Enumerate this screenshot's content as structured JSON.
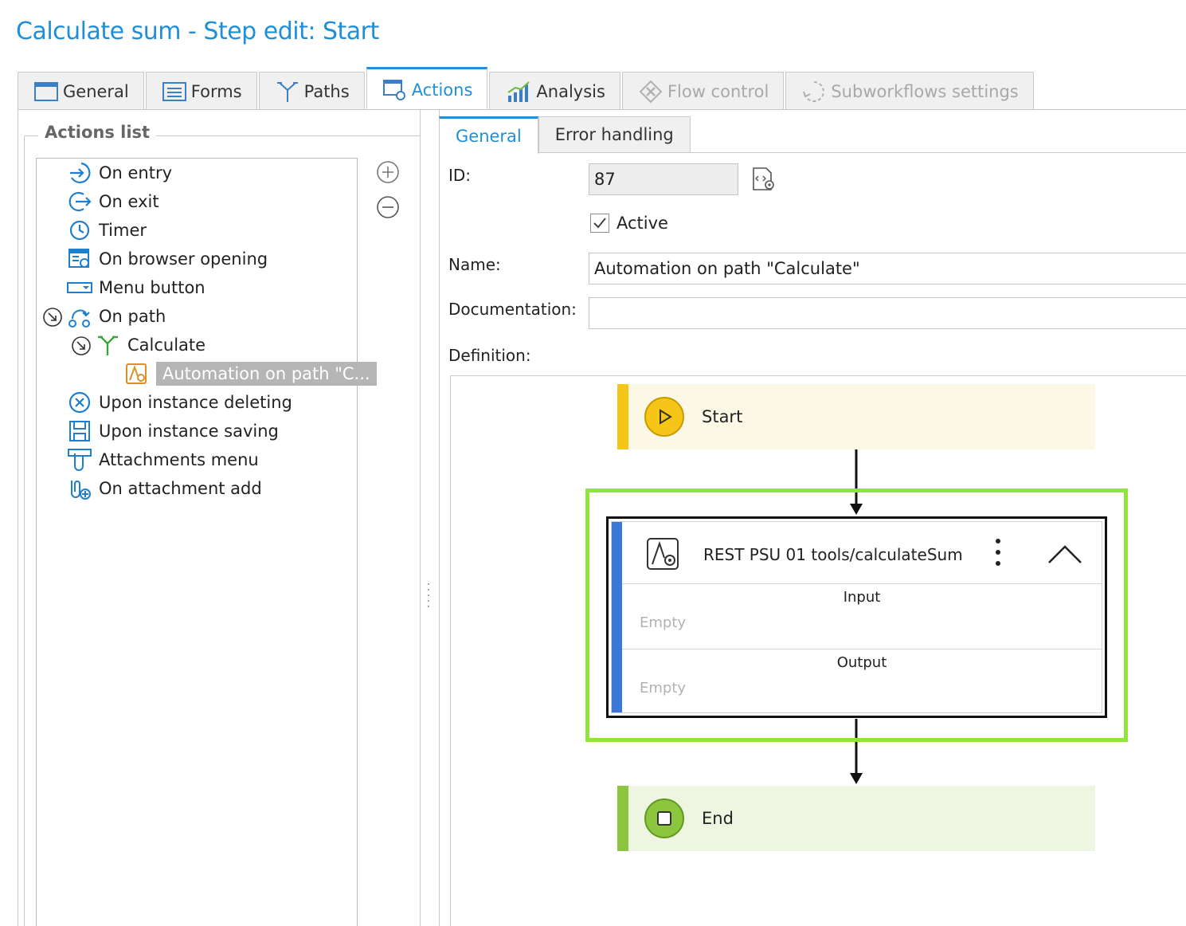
{
  "window": {
    "title": "Calculate sum - Step edit: Start"
  },
  "tabs": [
    {
      "label": "General",
      "icon": "window-icon",
      "state": "normal"
    },
    {
      "label": "Forms",
      "icon": "form-icon",
      "state": "normal"
    },
    {
      "label": "Paths",
      "icon": "paths-icon",
      "state": "normal"
    },
    {
      "label": "Actions",
      "icon": "actions-icon",
      "state": "active"
    },
    {
      "label": "Analysis",
      "icon": "analysis-chart-icon",
      "state": "normal"
    },
    {
      "label": "Flow control",
      "icon": "flow-control-icon",
      "state": "disabled"
    },
    {
      "label": "Subworkflows settings",
      "icon": "subworkflow-icon",
      "state": "disabled"
    }
  ],
  "actions_list": {
    "legend": "Actions list",
    "items": [
      {
        "label": "On entry",
        "icon": "on-entry-icon"
      },
      {
        "label": "On exit",
        "icon": "on-exit-icon"
      },
      {
        "label": "Timer",
        "icon": "timer-icon"
      },
      {
        "label": "On browser opening",
        "icon": "browser-opening-icon"
      },
      {
        "label": "Menu button",
        "icon": "menu-button-icon"
      },
      {
        "label": "On path",
        "icon": "on-path-icon"
      },
      {
        "label": "Calculate",
        "icon": "path-icon"
      },
      {
        "label": "Automation on path \"C...",
        "icon": "automation-icon",
        "selected": true
      },
      {
        "label": "Upon instance deleting",
        "icon": "deleting-icon"
      },
      {
        "label": "Upon instance saving",
        "icon": "save-icon"
      },
      {
        "label": "Attachments menu",
        "icon": "attachments-menu-icon"
      },
      {
        "label": "On attachment add",
        "icon": "attachment-add-icon"
      }
    ]
  },
  "subtabs": [
    {
      "label": "General",
      "active": true
    },
    {
      "label": "Error handling",
      "active": false
    }
  ],
  "form": {
    "id_label": "ID:",
    "id_value": "87",
    "active_label": "Active",
    "active_checked": true,
    "name_label": "Name:",
    "name_value": "Automation on path \"Calculate\"",
    "documentation_label": "Documentation:",
    "documentation_value": "",
    "definition_label": "Definition:"
  },
  "definition": {
    "start_label": "Start",
    "end_label": "End",
    "action": {
      "title": "REST PSU 01 tools/calculateSum",
      "input_label": "Input",
      "input_value": "Empty",
      "output_label": "Output",
      "output_value": "Empty"
    }
  },
  "colors": {
    "accent": "#1e8fd8",
    "start": "#f5c518",
    "start_bg": "#fbf8e5",
    "end": "#8cc63f",
    "end_bg": "#eef6e2",
    "action_bar": "#3b77d9",
    "highlight": "#8ee63a"
  }
}
